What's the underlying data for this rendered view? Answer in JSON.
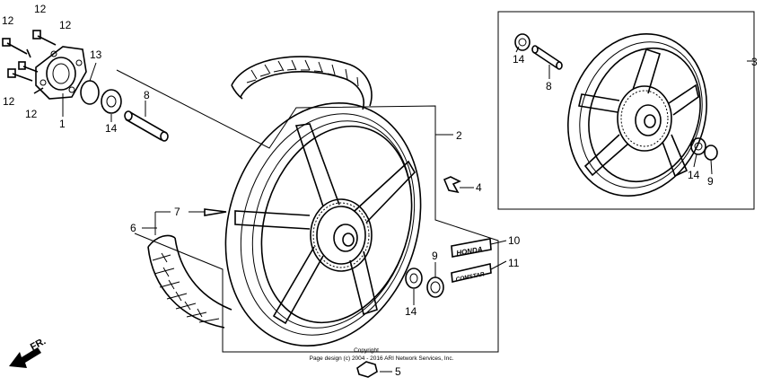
{
  "callouts": [
    {
      "id": "c12a",
      "label": "12"
    },
    {
      "id": "c12b",
      "label": "12"
    },
    {
      "id": "c12c",
      "label": "12"
    },
    {
      "id": "c12d",
      "label": "12"
    },
    {
      "id": "c12e",
      "label": "12"
    },
    {
      "id": "c13",
      "label": "13"
    },
    {
      "id": "c1",
      "label": "1"
    },
    {
      "id": "c14a",
      "label": "14"
    },
    {
      "id": "c8a",
      "label": "8"
    },
    {
      "id": "c2",
      "label": "2"
    },
    {
      "id": "c4",
      "label": "4"
    },
    {
      "id": "c7",
      "label": "7"
    },
    {
      "id": "c6",
      "label": "6"
    },
    {
      "id": "c9a",
      "label": "9"
    },
    {
      "id": "c14b",
      "label": "14"
    },
    {
      "id": "c10",
      "label": "10"
    },
    {
      "id": "c11",
      "label": "11"
    },
    {
      "id": "c5",
      "label": "5"
    },
    {
      "id": "c14c",
      "label": "14"
    },
    {
      "id": "c8b",
      "label": "8"
    },
    {
      "id": "c3",
      "label": "3"
    },
    {
      "id": "c14d",
      "label": "14"
    },
    {
      "id": "c9b",
      "label": "9"
    }
  ],
  "decals": {
    "honda": "HONDA",
    "comstar": "COMSTAR"
  },
  "direction_label": "FR.",
  "copyright": {
    "line1": "Copyright",
    "line2": "Page design (c) 2004 - 2016 ARI Network Services, Inc."
  }
}
